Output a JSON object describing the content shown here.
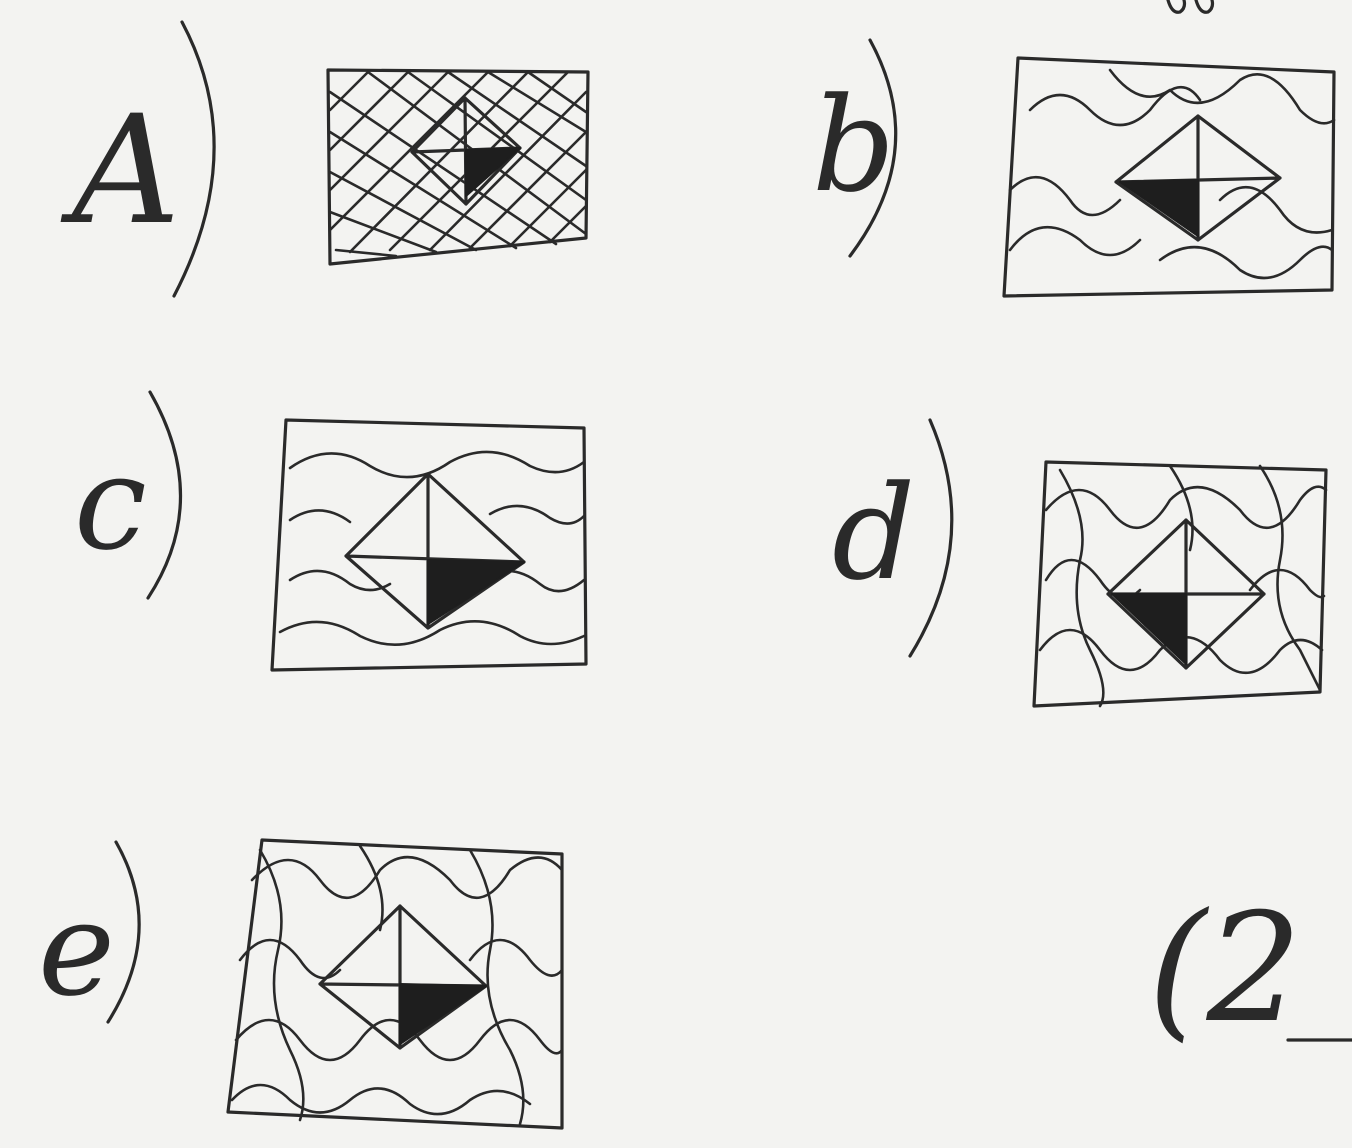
{
  "options": [
    {
      "id": "a",
      "label": "A"
    },
    {
      "id": "b",
      "label": "b"
    },
    {
      "id": "c",
      "label": "c"
    },
    {
      "id": "d",
      "label": "d"
    },
    {
      "id": "e",
      "label": "e"
    }
  ],
  "corner_note": "(2",
  "ink_color": "#2a2a2a",
  "paper_color": "#f3f3f1"
}
